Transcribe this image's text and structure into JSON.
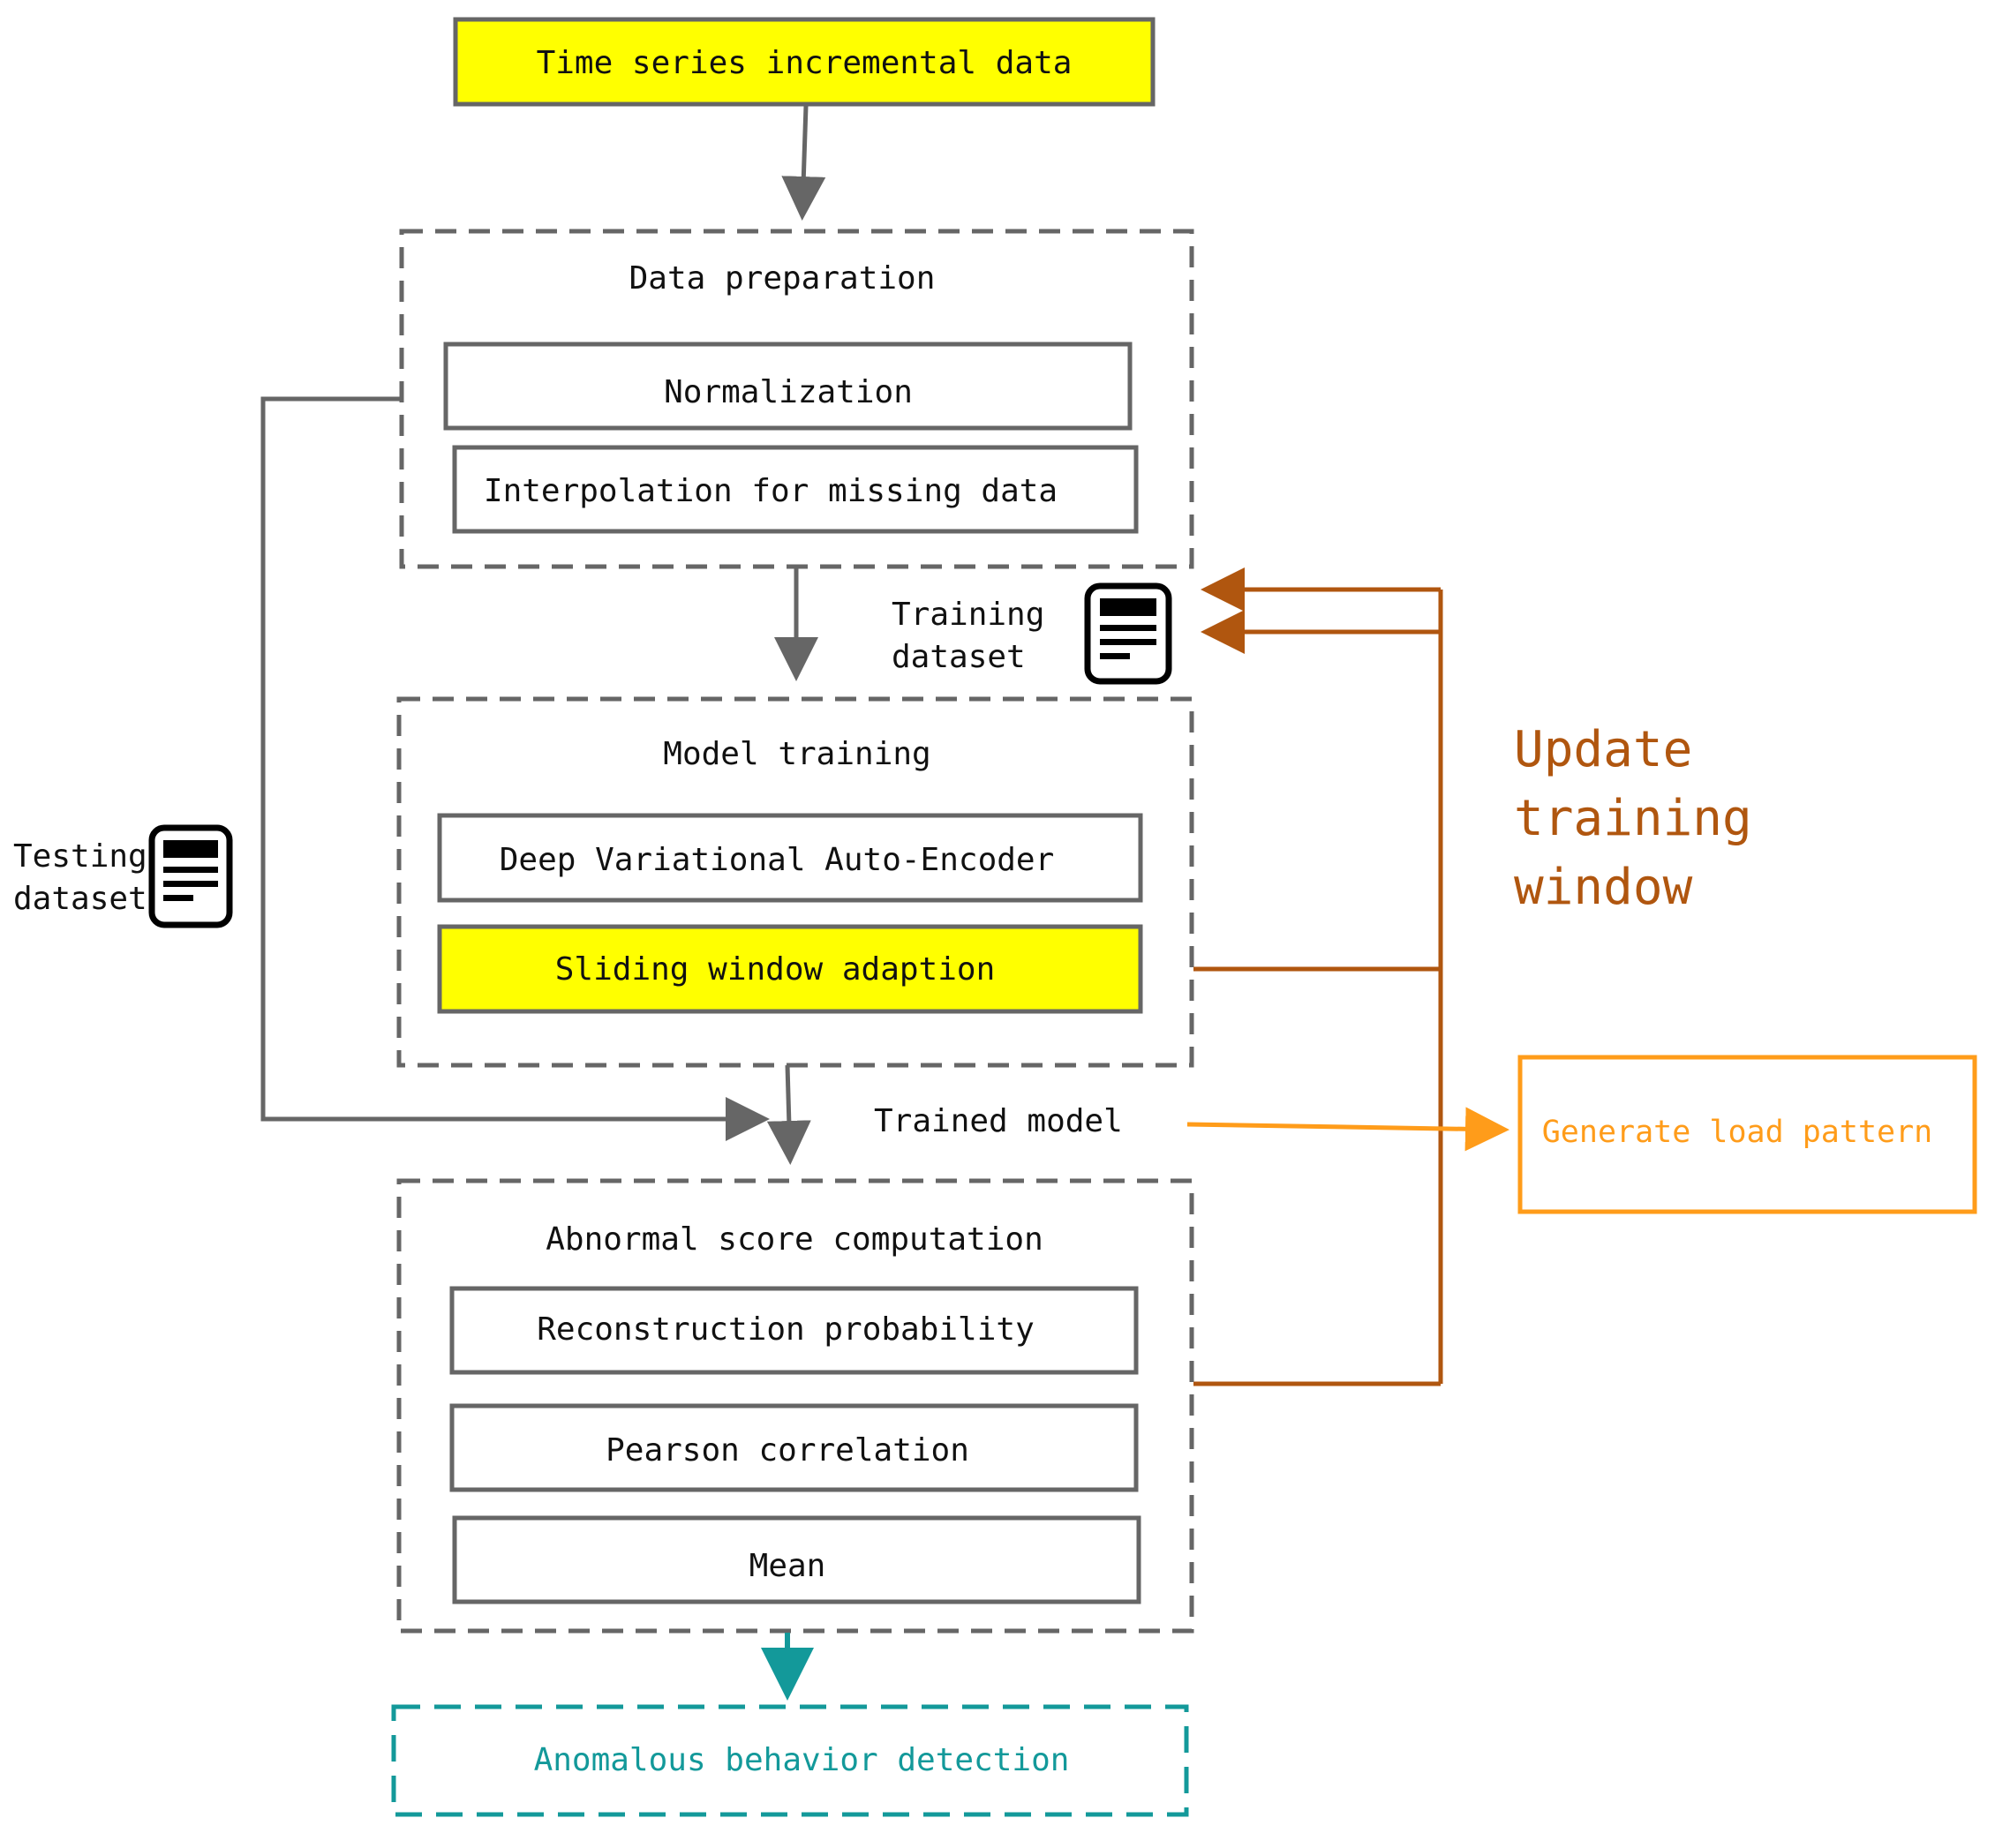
{
  "colors": {
    "highlight": "#ffff00",
    "gray": "#666666",
    "brown": "#b0560f",
    "orange": "#ff9c1a",
    "teal": "#13999a"
  },
  "nodes": {
    "time_series": "Time series incremental data",
    "data_preparation": {
      "title": "Data preparation",
      "normalization": "Normalization",
      "interpolation": "Interpolation for missing data"
    },
    "training_dataset": {
      "line1": "Training",
      "line2": "dataset"
    },
    "model_training": {
      "title": "Model training",
      "dvae": "Deep Variational Auto-Encoder",
      "sliding_window": "Sliding window adaption"
    },
    "testing_dataset": {
      "line1": "Testing",
      "line2": "dataset"
    },
    "update_window": {
      "line1": "Update",
      "line2": "training",
      "line3": "window"
    },
    "trained_model": "Trained model",
    "generate_load_pattern": "Generate load pattern",
    "abnormal_score": {
      "title": "Abnormal score computation",
      "reconstruction": "Reconstruction probability",
      "pearson": "Pearson correlation",
      "mean": "Mean"
    },
    "anomalous_detection": "Anomalous behavior detection"
  },
  "icons": {
    "training_doc": "document-icon",
    "testing_doc": "document-icon"
  }
}
